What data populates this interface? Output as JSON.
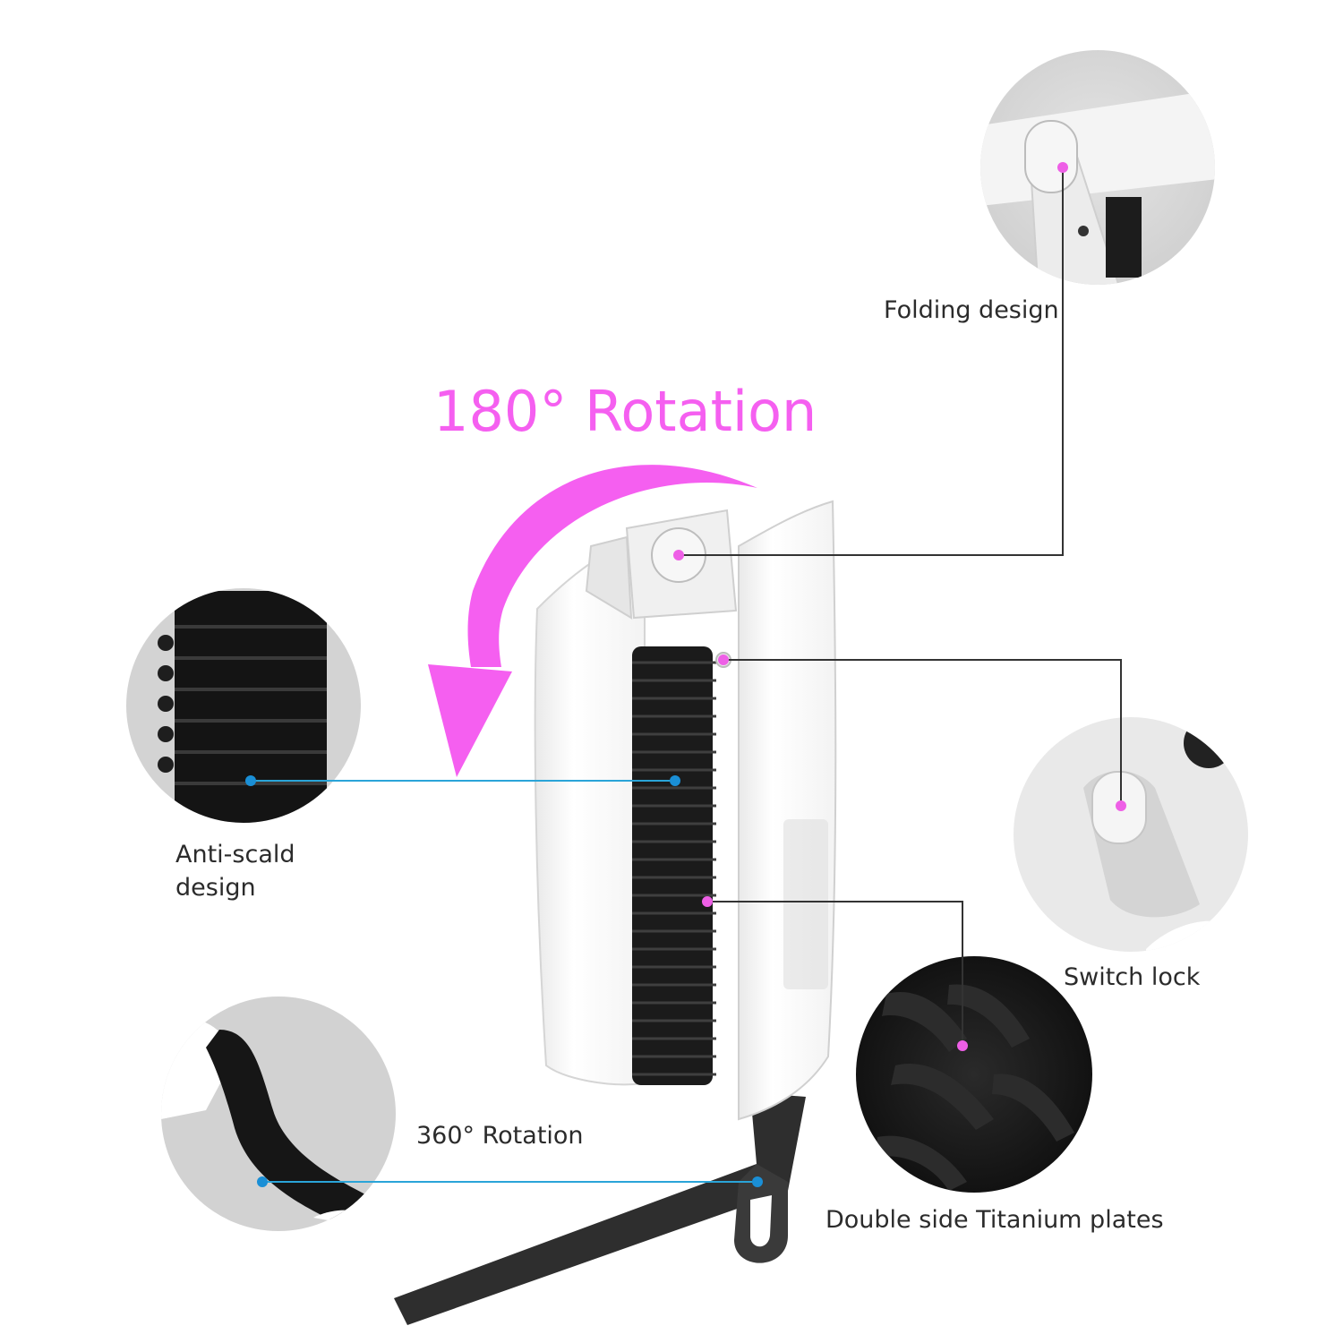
{
  "title": "180° Rotation",
  "labels": {
    "folding": "Folding design",
    "anti_scald_1": "Anti-scald",
    "anti_scald_2": "design",
    "rotation_360": "360° Rotation",
    "switch_lock": "Switch lock",
    "titanium": "Double side Titanium plates"
  },
  "colors": {
    "accent": "#f55ff0",
    "pointer_dot_pink": "#ee5fe6",
    "pointer_dot_blue": "#1a8fd6",
    "leader_blue": "#2aa4d8",
    "leader_dark": "#333333",
    "label_text": "#2b2b2b"
  },
  "icons": {
    "arrow": "curved-rotation-arrow-icon"
  }
}
